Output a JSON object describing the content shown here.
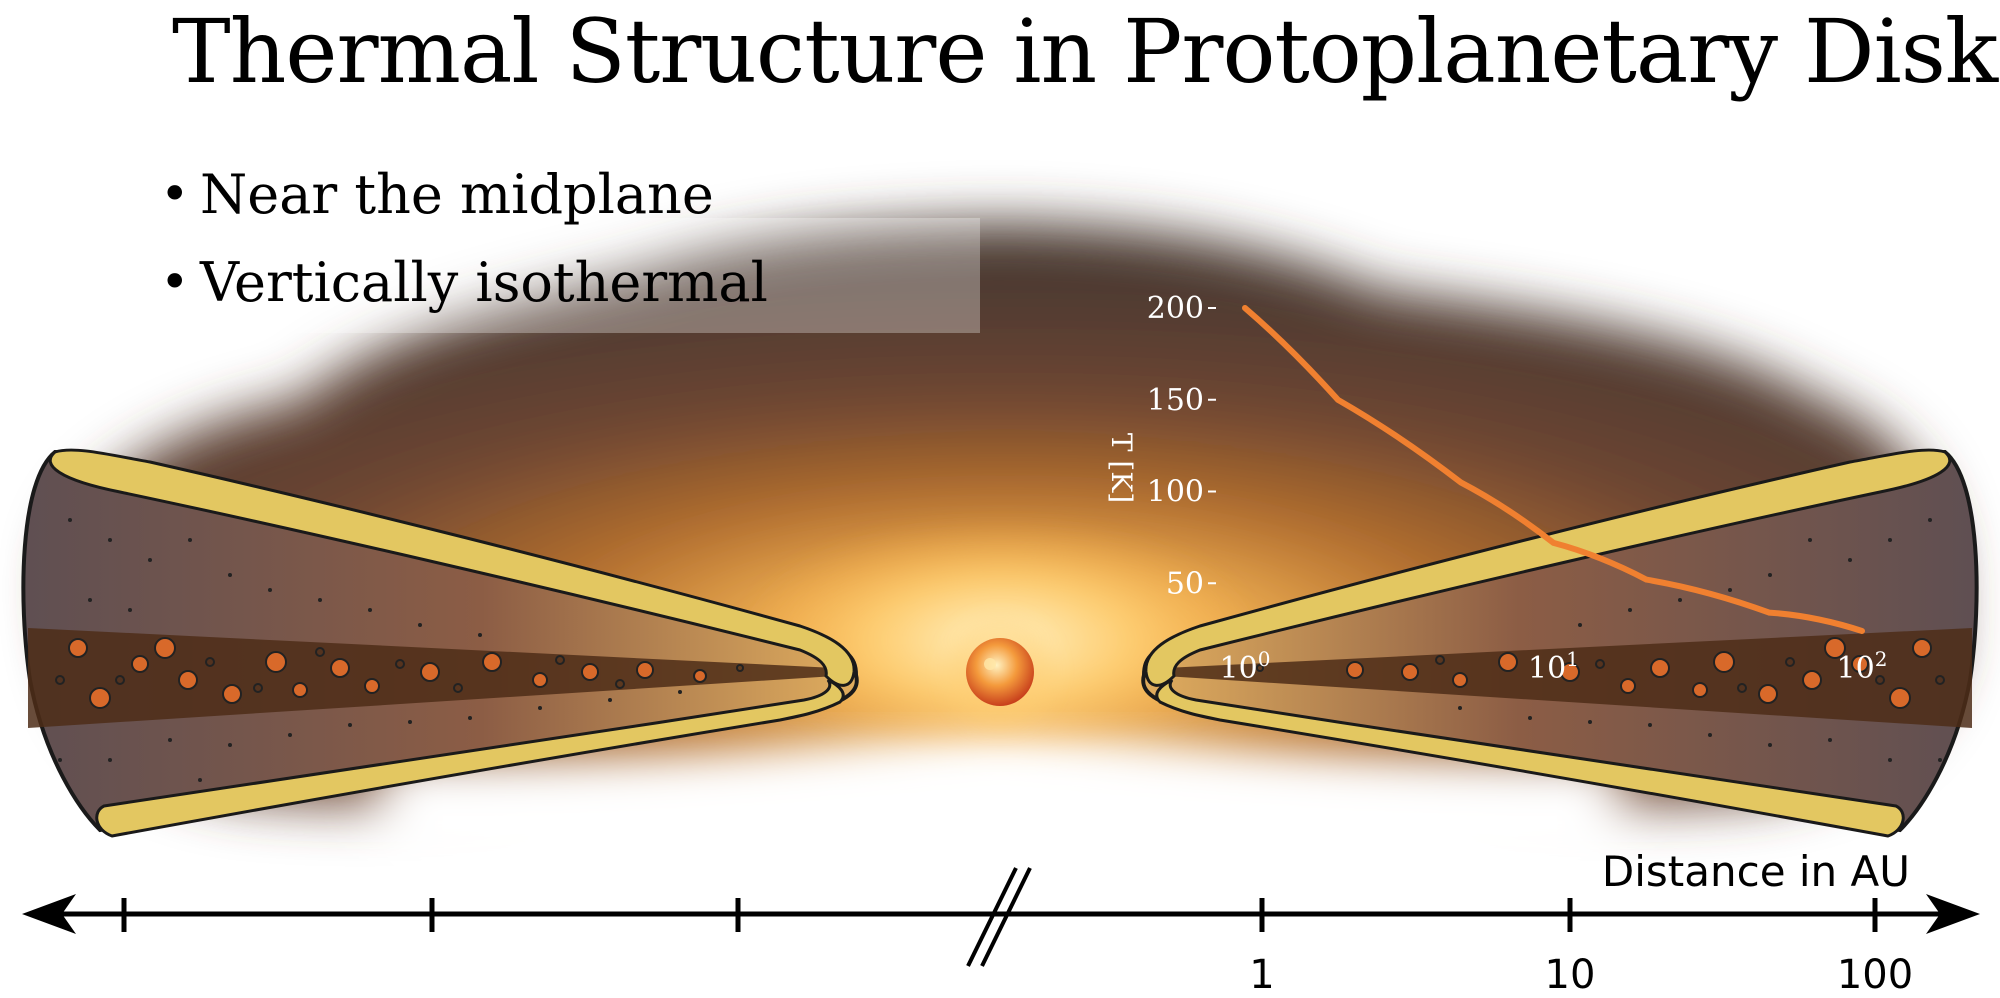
{
  "slide": {
    "title": "Thermal Structure in Protoplanetary Disks",
    "bullets": [
      "Near the midplane",
      "Vertically isothermal"
    ]
  },
  "inset_plot": {
    "ylabel": "T [K]",
    "y_ticks": [
      "200",
      "150",
      "100",
      "50"
    ],
    "x_ticks": [
      {
        "base": "10",
        "exp": "0"
      },
      {
        "base": "10",
        "exp": "1"
      },
      {
        "base": "10",
        "exp": "2"
      }
    ],
    "line_color": "#f08030"
  },
  "chart_data": {
    "type": "line",
    "title": "",
    "xlabel": "",
    "ylabel": "T [K]",
    "x_scale": "log",
    "xlim": [
      1,
      100
    ],
    "ylim": [
      0,
      200
    ],
    "x_ticks": [
      1,
      10,
      100
    ],
    "y_ticks": [
      50,
      100,
      150,
      200
    ],
    "series": [
      {
        "x": [
          1,
          2,
          5,
          10,
          20,
          50,
          100
        ],
        "y": [
          200,
          150,
          105,
          72,
          52,
          34,
          24
        ]
      }
    ]
  },
  "distance_axis": {
    "label": "Distance in AU",
    "tick_labels": [
      "1",
      "10",
      "100"
    ]
  },
  "colors": {
    "disk_fill": "#5e4a4a",
    "disk_rim": "#e3c761",
    "midplane_band": "#4e2d17",
    "grain": "#d8692a",
    "star": "#f0872c",
    "nebula": "#6a4a36"
  }
}
